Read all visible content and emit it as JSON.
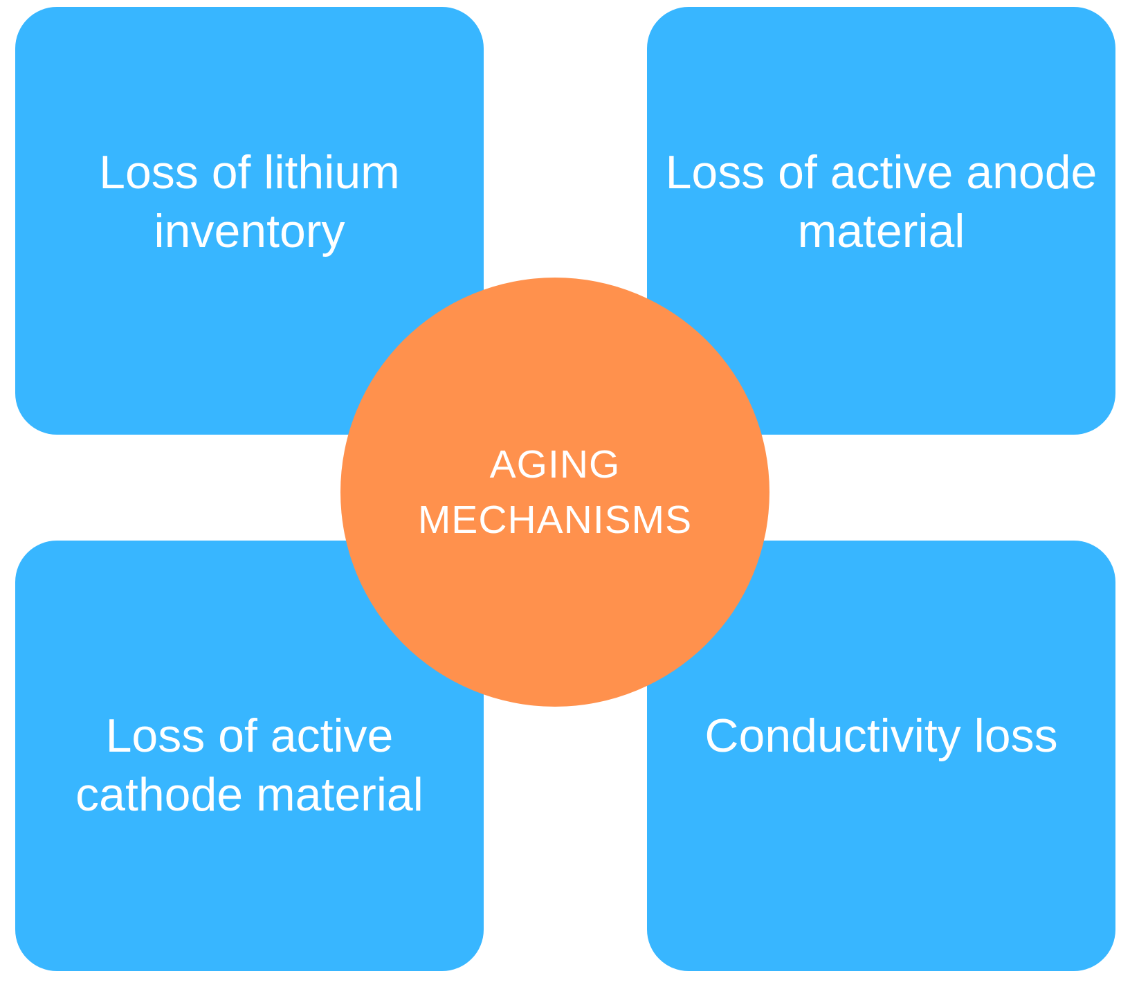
{
  "diagram": {
    "center": {
      "label": "AGING MECHANISMS",
      "lines": [
        "AGING",
        "MECHANISMS"
      ]
    },
    "quadrants": [
      {
        "id": "top-left",
        "label": "Loss of lithium inventory",
        "lines": [
          "Loss of lithium",
          "inventory"
        ]
      },
      {
        "id": "top-right",
        "label": "Loss of active anode material",
        "lines": [
          "Loss of active anode",
          "material"
        ]
      },
      {
        "id": "bottom-left",
        "label": "Loss of active cathode material",
        "lines": [
          "Loss of active",
          "cathode material"
        ]
      },
      {
        "id": "bottom-right",
        "label": "Conductivity loss",
        "lines": [
          "Conductivity loss"
        ]
      }
    ],
    "colors": {
      "quadrant_box": "#38B6FF",
      "center_circle": "#FF914D",
      "text": "#FFFFFF",
      "background": "#FFFFFF"
    }
  }
}
